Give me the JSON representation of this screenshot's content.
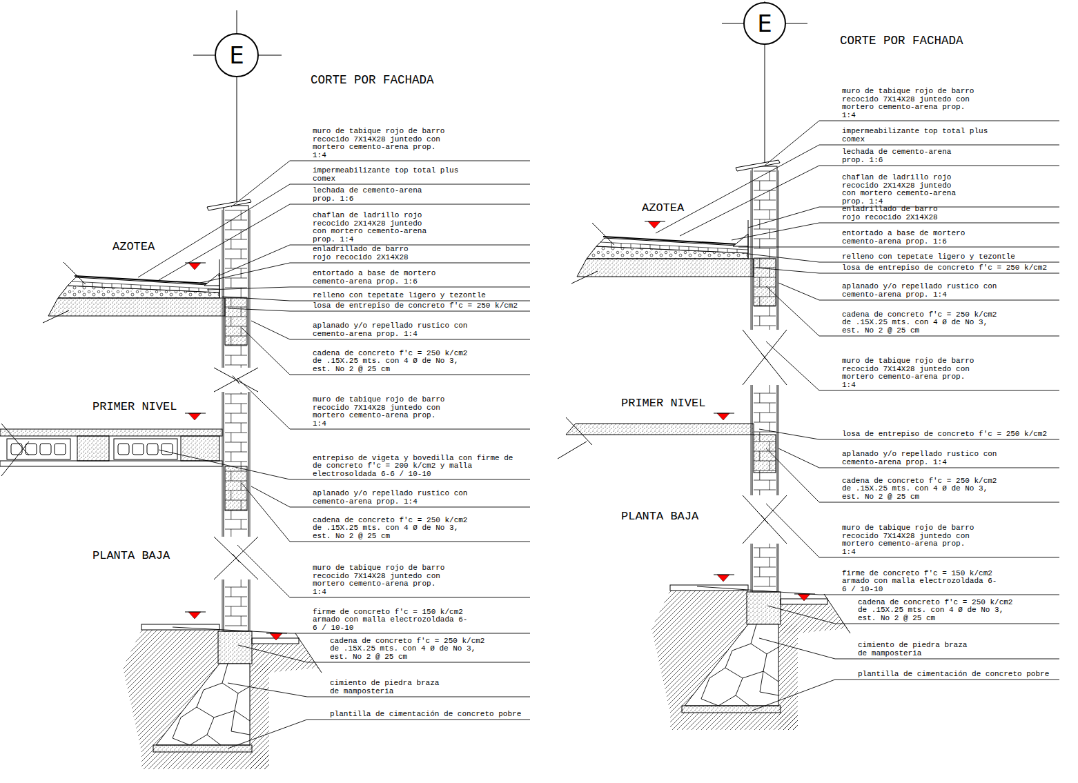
{
  "diagram": {
    "nodes": [
      {
        "text": [
          "E"
        ]
      },
      {
        "text": [
          "E"
        ]
      }
    ],
    "labels": [
      "CORTE POR FACHADA",
      "AZOTEA",
      "PRIMER NIVEL",
      "PLANTA BAJA",
      "muro de tabique rojo de barro recocido 7X14X28 juntedo con mortero cemento-arena prop. 1:4",
      "impermeabilizante top total plus comex",
      "lechada de cemento-arena prop. 1:6",
      "chaflan de ladrillo rojo recocido 2X14X28 juntedo con mortero cemento-arena prop. 1:4",
      "enladrillado de barro rojo recocido 2X14X28",
      "entortado a base de mortero cemento-arena prop. 1:6",
      "relleno con tepetate ligero y tezontle",
      "losa de entrepiso de concreto f'c = 250 k/cm2",
      "aplanado y/o repellado rustico con cemento-arena prop. 1:4",
      "cadena de concreto f'c = 250 k/cm2 de .15X.25 mts. con 4 Ø de No 3, est. No 2 @ 25 cm",
      "muro de tabique rojo de barro recocido 7X14X28 juntedo con mortero cemento-arena prop. 1:4",
      "entrepiso de vigeta y bovedilla con firme de de concreto f'c = 200 k/cm2 y malla electrosoldada 6-6 / 10-10",
      "aplanado y/o repellado rustico con cemento-arena prop. 1:4",
      "cadena de concreto f'c = 250 k/cm2 de .15X.25 mts. con 4 Ø de No 3, est. No 2 @ 25 cm",
      "muro de tabique rojo de barro recocido 7X14X28 juntedo con mortero cemento-arena prop. 1:4",
      "firme de concreto f'c = 150 k/cm2 armado con malla electrozoldada 6-6 / 10-10",
      "cadena de concreto f'c = 250 k/cm2 de .15X.25 mts. con 4 Ø de No 3, est. No 2 @ 25 cm",
      "cimiento de piedra braza de mamposteria",
      "plantilla de cimentación de concreto pobre",
      "CORTE POR FACHADA",
      "AZOTEA",
      "PRIMER NIVEL",
      "PLANTA BAJA",
      "muro de tabique rojo de barro recocido 7X14X28 juntedo con mortero cemento-arena prop. 1:4",
      "impermeabilizante top total plus comex",
      "lechada de cemento-arena prop. 1:6",
      "chaflan de ladrillo rojo recocido 2X14X28 juntedo con mortero cemento-arena prop. 1:4",
      "enladrillado de barro rojo recocido 2X14X28",
      "entortado a base de mortero cemento-arena prop. 1:6",
      "relleno con tepetate ligero y tezontle",
      "losa de entrepiso de concreto f'c = 250 k/cm2",
      "aplanado y/o repellado rustico con cemento-arena prop. 1:4",
      "cadena de concreto f'c = 250 k/cm2 de .15X.25 mts. con 4 Ø de No 3, est. No 2 @ 25 cm",
      "muro de tabique rojo de barro recocido 7X14X28 juntedo con mortero cemento-arena prop. 1:4",
      "losa de entrepiso de concreto f'c = 250 k/cm2",
      "aplanado y/o repellado rustico con cemento-arena prop. 1:4",
      "cadena de concreto f'c = 250 k/cm2 de .15X.25 mts. con 4 Ø de No 3, est. No 2 @ 25 cm",
      "muro de tabique rojo de barro recocido 7X14X28 juntedo con mortero cemento-arena prop. 1:4",
      "firme de concreto f'c = 150 k/cm2 armado con malla electrozoldada 6-6 / 10-10",
      "cadena de concreto f'c = 250 k/cm2 de .15X.25 mts. con 4 Ø de No 3, est. No 2 @ 25 cm",
      "cimiento de piedra braza de mamposteria",
      "plantilla de cimentación de concreto pobre"
    ]
  }
}
